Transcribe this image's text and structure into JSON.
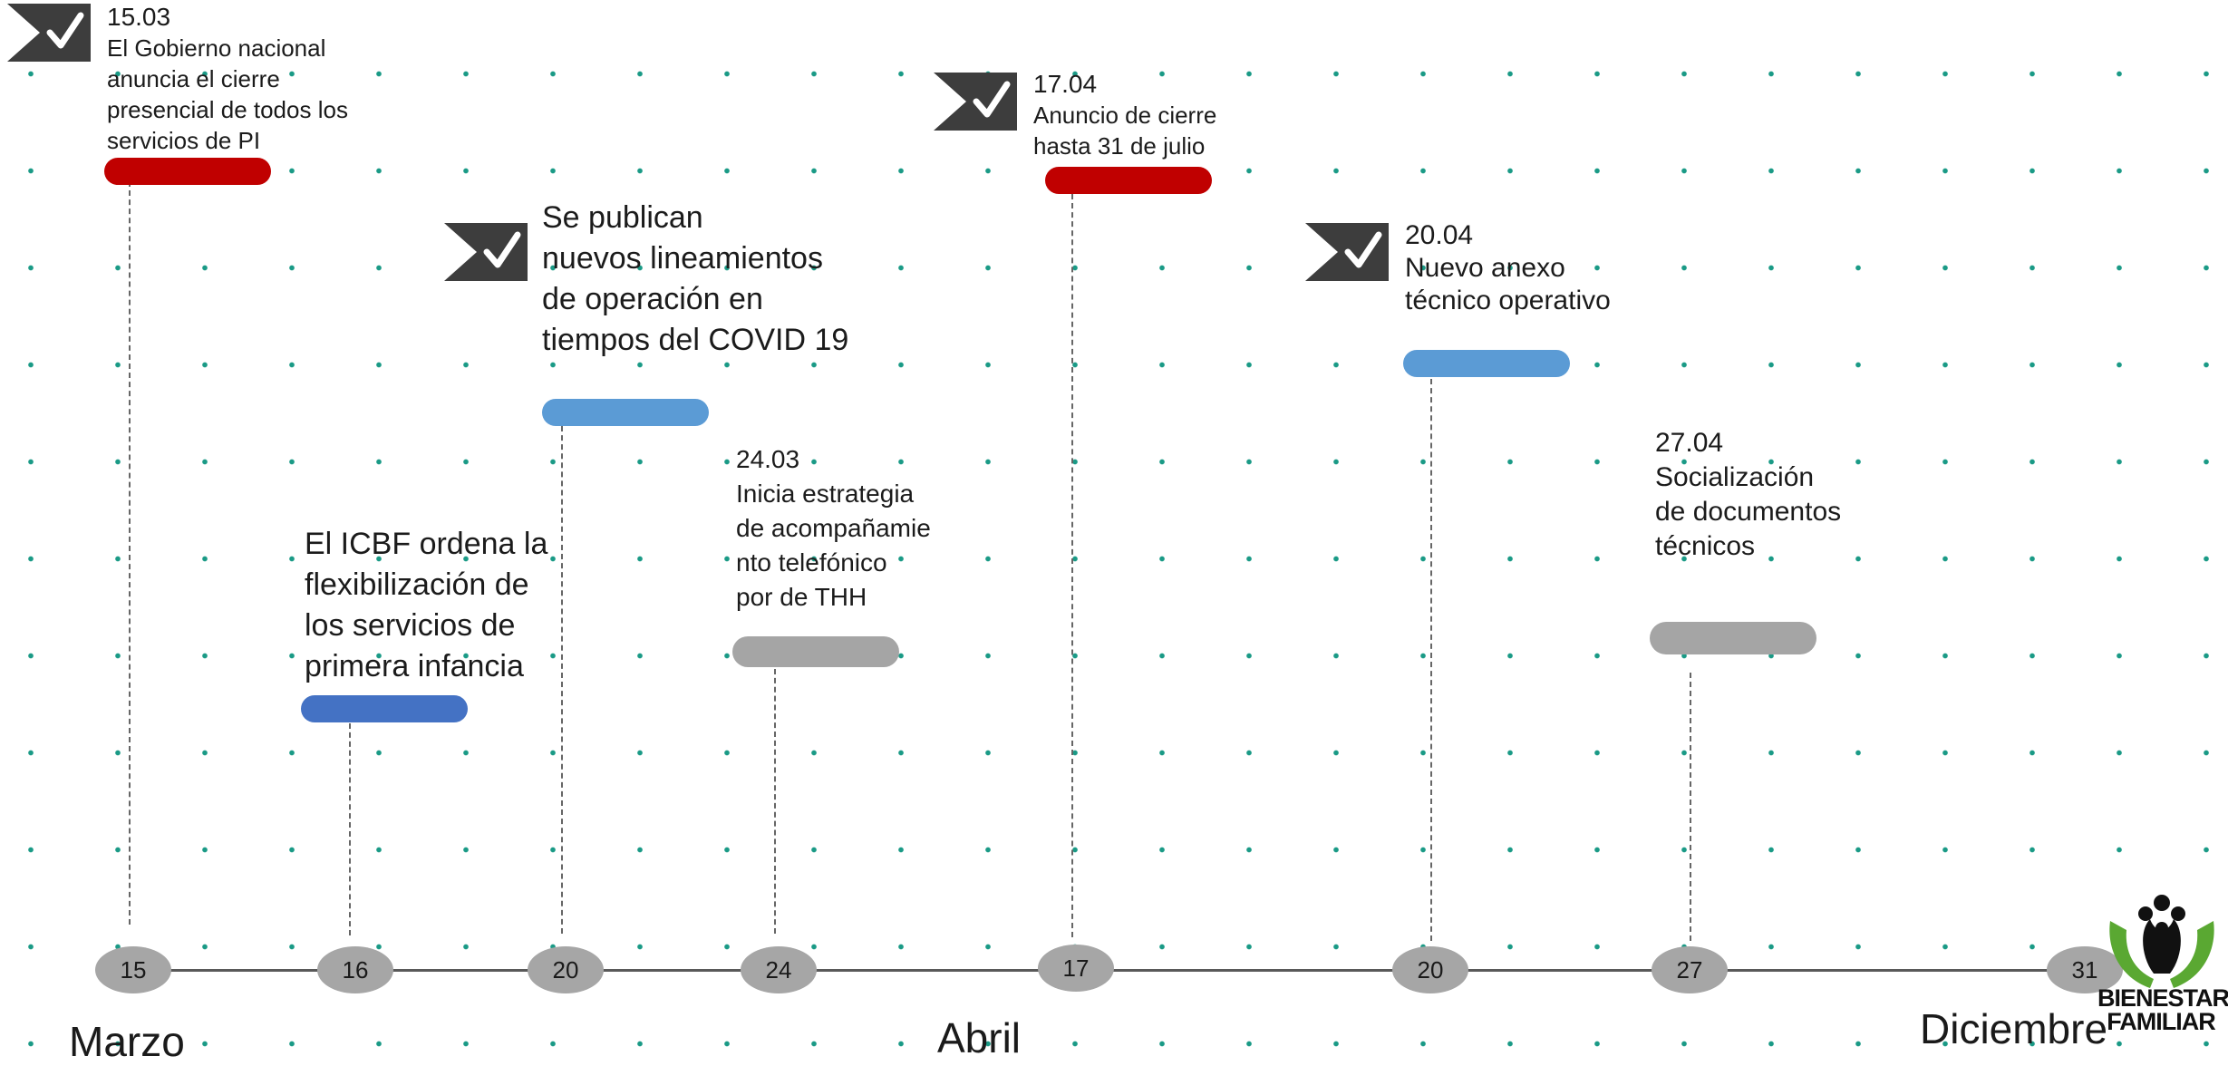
{
  "events": [
    {
      "date": "15.03",
      "text": [
        "El Gobierno nacional",
        "anuncia el cierre",
        "presencial de todos los",
        "servicios de PI"
      ]
    },
    {
      "date": "",
      "text": [
        "El ICBF ordena la",
        "flexibilización de",
        "los servicios de",
        "primera infancia"
      ]
    },
    {
      "date": "",
      "text": [
        "Se publican",
        "nuevos lineamientos",
        "de operación en",
        "tiempos del COVID 19"
      ]
    },
    {
      "date": "24.03",
      "text": [
        "Inicia estrategia",
        "de acompañamie",
        "nto telefónico",
        "por de THH"
      ]
    },
    {
      "date": "17.04",
      "text": [
        "Anuncio de cierre",
        "hasta 31 de julio"
      ]
    },
    {
      "date": "20.04",
      "text": [
        "Nuevo anexo",
        "técnico operativo"
      ]
    },
    {
      "date": "27.04",
      "text": [
        "Socialización",
        "de documentos",
        "técnicos"
      ]
    }
  ],
  "nodes": [
    "15",
    "16",
    "20",
    "24",
    "17",
    "20",
    "27",
    "31"
  ],
  "months": [
    "Marzo",
    "Abril",
    "Diciembre"
  ],
  "logo": {
    "line1": "BIENESTAR",
    "line2": "FAMILIAR"
  },
  "colors": {
    "red": "#c00000",
    "light_blue": "#5b9bd5",
    "dark_blue": "#4472c4",
    "grey": "#a5a5a5",
    "dot": "#1a9a86",
    "flag": "#3d3d3d",
    "logo_green": "#5aa832"
  },
  "icons": {
    "flag": "checkmark-flag-icon",
    "logo": "bienestar-familiar-logo"
  }
}
